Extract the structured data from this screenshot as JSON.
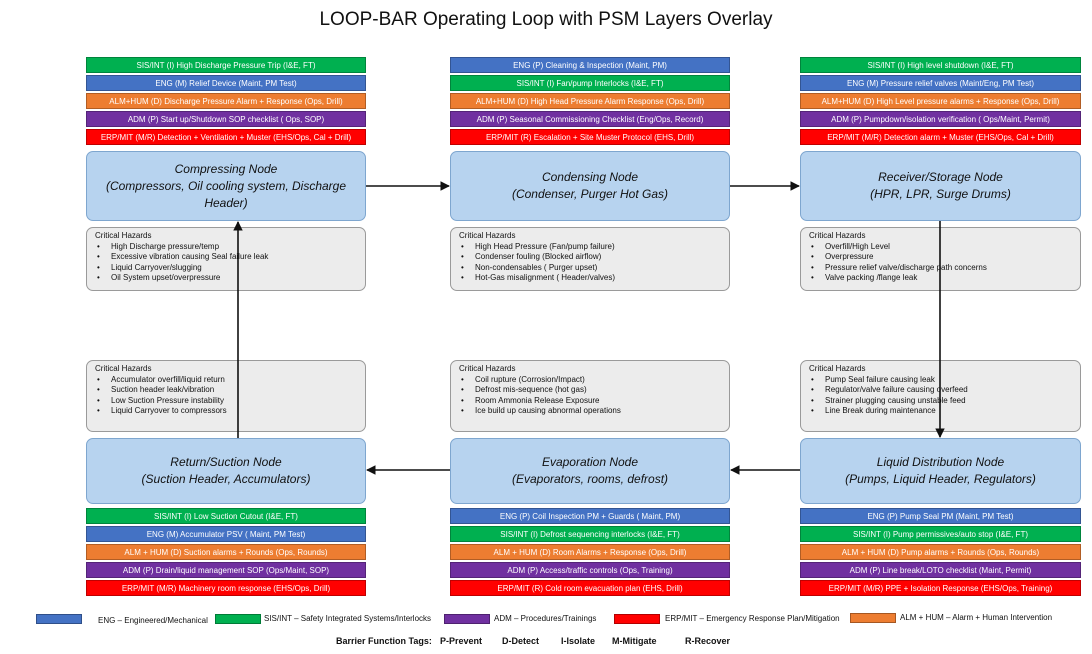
{
  "title": "LOOP-BAR Operating Loop with PSM Layers Overlay",
  "colors": {
    "ENG": "#4472c4",
    "SIS": "#00b050",
    "ALM": "#ed7d31",
    "ADM": "#7030a0",
    "ERP": "#ff0000"
  },
  "nodes": {
    "compressing": {
      "line1": "Compressing Node",
      "line2": "(Compressors, Oil cooling system, Discharge",
      "line3": "Header)",
      "layers": [
        {
          "type": "SIS",
          "text": "SIS/INT (I) High Discharge Pressure Trip (I&E, FT)"
        },
        {
          "type": "ENG",
          "text": "ENG (M) Relief Device (Maint, PM Test)"
        },
        {
          "type": "ALM",
          "text": "ALM+HUM (D)  Discharge Pressure Alarm  + Response (Ops, Drill)"
        },
        {
          "type": "ADM",
          "text": "ADM (P) Start up/Shutdown SOP checklist ( Ops, SOP)"
        },
        {
          "type": "ERP",
          "text": "ERP/MIT (M/R) Detection + Ventilation + Muster (EHS/Ops, Cal + Drill)"
        }
      ],
      "hazards_title": "Critical Hazards",
      "hazards": [
        "High Discharge pressure/temp",
        "Excessive vibration causing Seal failure leak",
        "Liquid Carryover/slugging",
        "Oil System upset/overpressure"
      ]
    },
    "condensing": {
      "line1": "Condensing Node",
      "line2": "(Condenser, Purger Hot Gas)",
      "line3": "",
      "layers": [
        {
          "type": "ENG",
          "text": "ENG (P) Cleaning & Inspection (Maint, PM)"
        },
        {
          "type": "SIS",
          "text": "SIS/INT (I) Fan/pump Interlocks (I&E, FT)"
        },
        {
          "type": "ALM",
          "text": "ALM+HUM (D)  High Head Pressure Alarm Response (Ops, Drill)"
        },
        {
          "type": "ADM",
          "text": "ADM (P) Seasonal Commissioning Checklist (Eng/Ops, Record)"
        },
        {
          "type": "ERP",
          "text": "ERP/MIT (R) Escalation + Site Muster Protocol (EHS, Drill)"
        }
      ],
      "hazards_title": "Critical Hazards",
      "hazards": [
        "High Head Pressure (Fan/pump failure)",
        "Condenser fouling (Blocked airflow)",
        "Non-condensables ( Purger upset)",
        "Hot-Gas misalignment ( Header/valves)"
      ]
    },
    "receiver": {
      "line1": "Receiver/Storage Node",
      "line2": "(HPR, LPR, Surge Drums)",
      "line3": "",
      "layers": [
        {
          "type": "SIS",
          "text": "SIS/INT (I) High level shutdown (I&E, FT)"
        },
        {
          "type": "ENG",
          "text": "ENG (M) Pressure relief valves (Maint/Eng, PM Test)"
        },
        {
          "type": "ALM",
          "text": "ALM+HUM (D)  High Level pressure alarms + Response (Ops, Drill)"
        },
        {
          "type": "ADM",
          "text": "ADM (P) Pumpdown/isolation verification ( Ops/Maint, Permit)"
        },
        {
          "type": "ERP",
          "text": "ERP/MIT (M/R) Detection alarm + Muster (EHS/Ops, Cal + Drill)"
        }
      ],
      "hazards_title": "Critical Hazards",
      "hazards": [
        "Overfill/High Level",
        "Overpressure",
        "Pressure relief valve/discharge path concerns",
        "Valve packing /flange leak"
      ]
    },
    "return": {
      "line1": "Return/Suction Node",
      "line2": "(Suction Header, Accumulators)",
      "line3": "",
      "layers": [
        {
          "type": "SIS",
          "text": "SIS/INT (I) Low Suction Cutout (I&E, FT)"
        },
        {
          "type": "ENG",
          "text": "ENG (M) Accumulator PSV ( Maint, PM Test)"
        },
        {
          "type": "ALM",
          "text": "ALM + HUM (D) Suction alarms + Rounds (Ops, Rounds)"
        },
        {
          "type": "ADM",
          "text": "ADM (P) Drain/liquid management  SOP (Ops/Maint, SOP)"
        },
        {
          "type": "ERP",
          "text": "ERP/MIT (M/R) Machinery room response (EHS/Ops, Drill)"
        }
      ],
      "hazards_title": "Critical Hazards",
      "hazards": [
        "Accumulator overfill/liquid return",
        "Suction header leak/vibration",
        "Low Suction Pressure instability",
        "Liquid Carryover to compressors"
      ]
    },
    "evaporation": {
      "line1": "Evaporation Node",
      "line2": "(Evaporators, rooms, defrost)",
      "line3": "",
      "layers": [
        {
          "type": "ENG",
          "text": "ENG (P) Coil Inspection PM + Guards ( Maint, PM)"
        },
        {
          "type": "SIS",
          "text": "SIS/INT (I) Defrost sequencing interlocks (I&E, FT)"
        },
        {
          "type": "ALM",
          "text": "ALM + HUM (D) Room Alarms  + Response (Ops, Drill)"
        },
        {
          "type": "ADM",
          "text": "ADM (P) Access/traffic controls (Ops, Training)"
        },
        {
          "type": "ERP",
          "text": "ERP/MIT (R) Cold room evacuation plan (EHS, Drill)"
        }
      ],
      "hazards_title": "Critical Hazards",
      "hazards": [
        "Coil rupture (Corrosion/Impact)",
        "Defrost mis-sequence (hot gas)",
        "Room Ammonia Release Exposure",
        "Ice build up causing abnormal operations"
      ]
    },
    "liquid": {
      "line1": "Liquid Distribution Node",
      "line2": "(Pumps, Liquid Header, Regulators)",
      "line3": "",
      "layers": [
        {
          "type": "ENG",
          "text": "ENG (P) Pump Seal PM (Maint, PM Test)"
        },
        {
          "type": "SIS",
          "text": "SIS/INT (I) Pump permissives/auto stop (I&E, FT)"
        },
        {
          "type": "ALM",
          "text": "ALM + HUM (D) Pump alarms + Rounds (Ops, Rounds)"
        },
        {
          "type": "ADM",
          "text": "ADM (P) Line break/LOTO checklist (Maint, Permit)"
        },
        {
          "type": "ERP",
          "text": "ERP/MIT (M/R) PPE + Isolation Response (EHS/Ops, Training)"
        }
      ],
      "hazards_title": "Critical Hazards",
      "hazards": [
        "Pump Seal failure  causing leak",
        "Regulator/valve failure causing overfeed",
        "Strainer plugging causing unstable feed",
        "Line Break during maintenance"
      ]
    }
  },
  "legend": [
    {
      "type": "ENG",
      "text": "ENG – Engineered/Mechanical"
    },
    {
      "type": "SIS",
      "text": "SIS/INT – Safety Integrated Systems/Interlocks"
    },
    {
      "type": "ADM",
      "text": "ADM – Procedures/Trainings"
    },
    {
      "type": "ERP",
      "text": "ERP/MIT – Emergency Response Plan/Mitigation"
    },
    {
      "type": "ALM",
      "text": "ALM + HUM – Alarm + Human Intervention"
    }
  ],
  "barrier_tags": {
    "label": "Barrier Function Tags:",
    "tags": [
      "P-Prevent",
      "D-Detect",
      "I-Isolate",
      "M-Mitigate",
      "R-Recover"
    ]
  }
}
